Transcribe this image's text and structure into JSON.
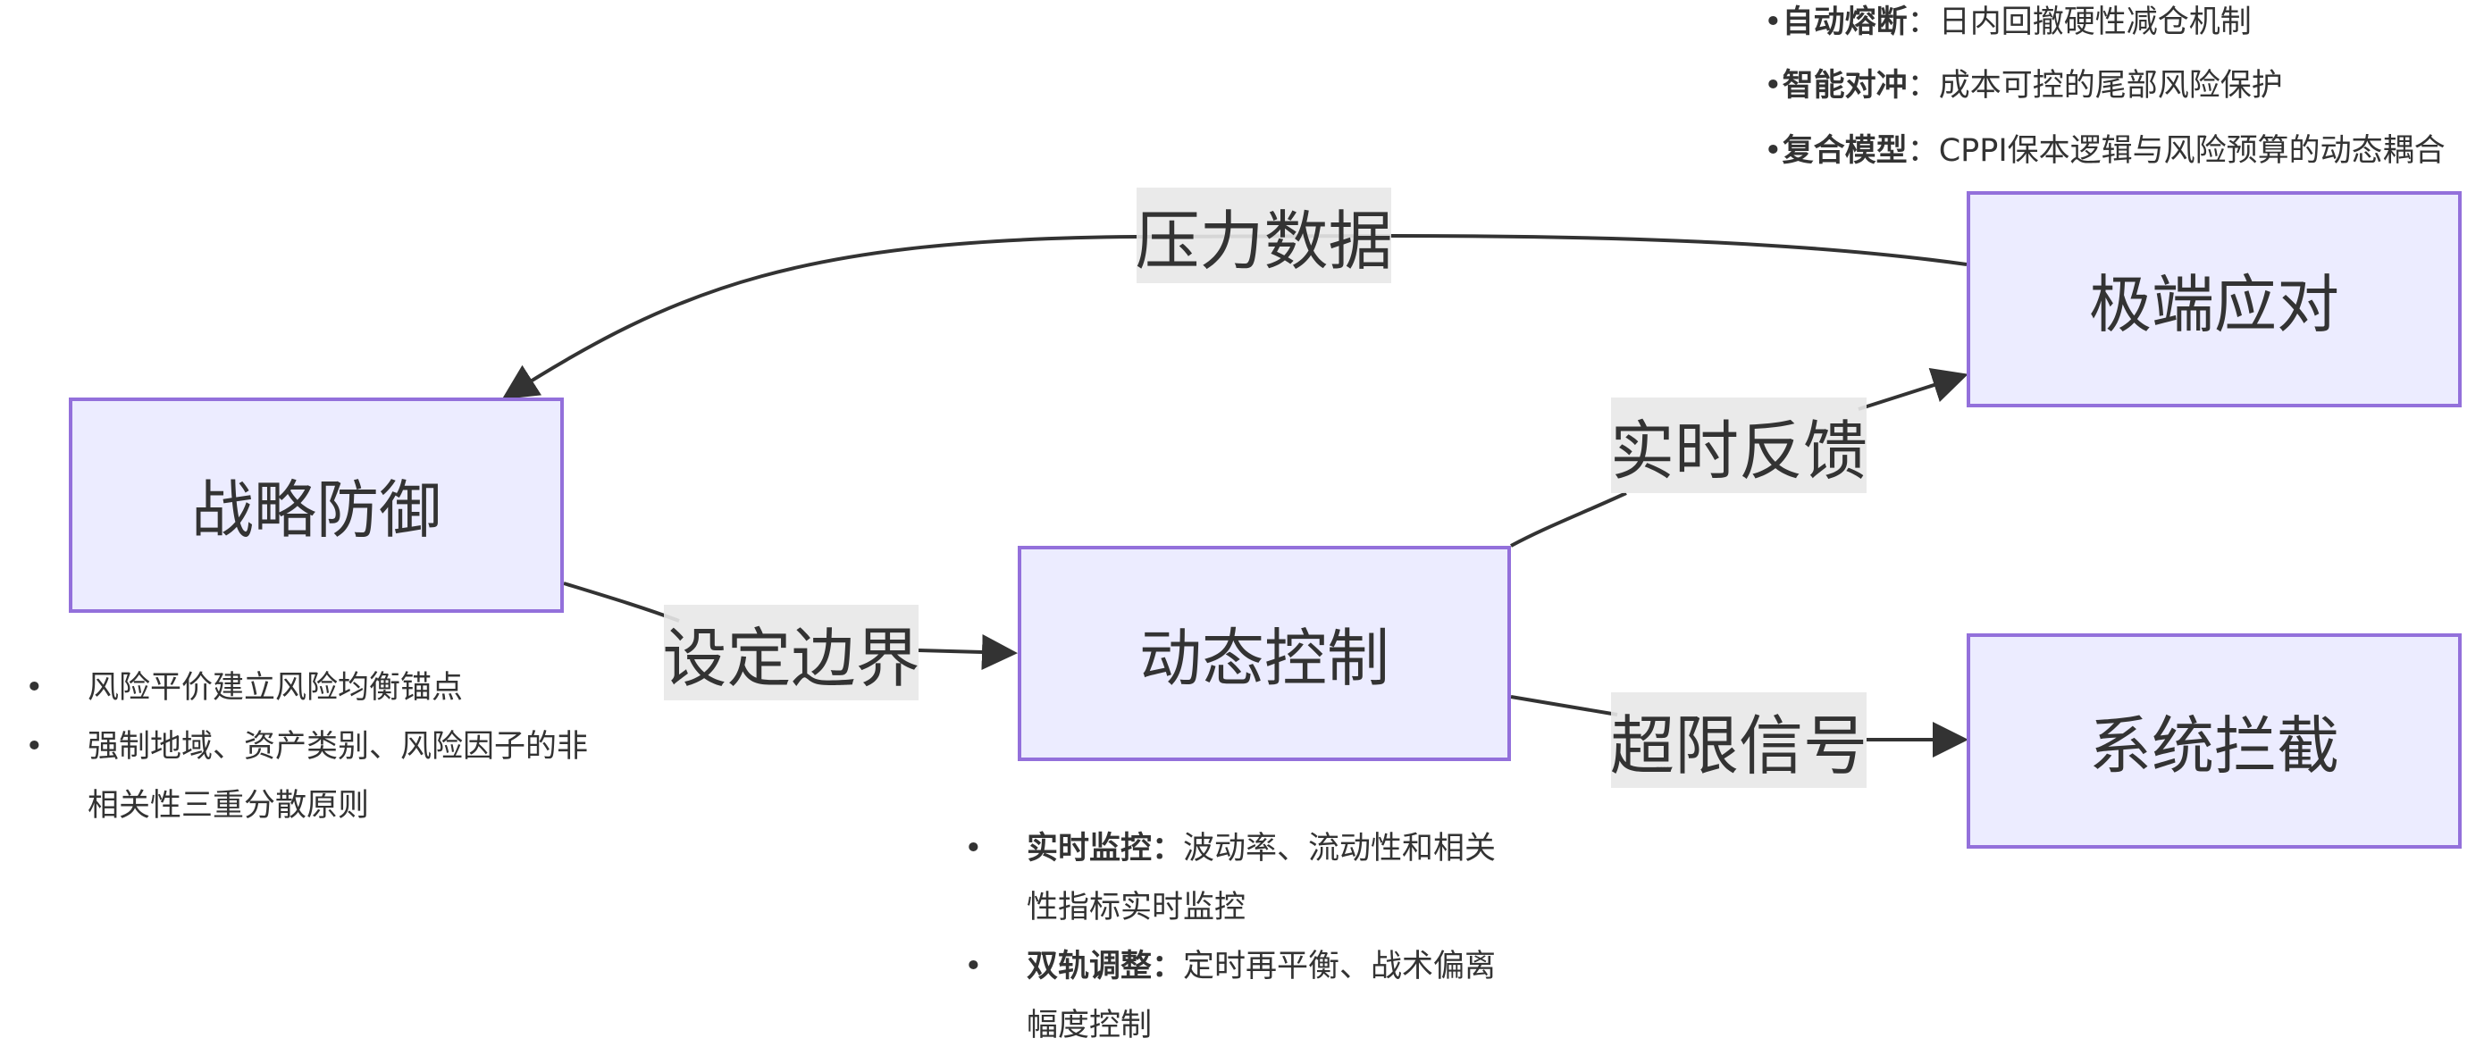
{
  "nodes": {
    "strategic_defense": "战略防御",
    "dynamic_control": "动态控制",
    "extreme_response": "极端应对",
    "system_intercept": "系统拦截"
  },
  "edges": {
    "stress_data": "压力数据",
    "set_boundary": "设定边界",
    "realtime_feedback": "实时反馈",
    "overlimit_signal": "超限信号"
  },
  "extreme_notes": [
    {
      "bullet": "•",
      "title": "自动熔断",
      "sep": "：",
      "text": "日内回撤硬性减仓机制"
    },
    {
      "bullet": "•",
      "title": "智能对冲",
      "sep": "：",
      "text": "成本可控的尾部风险保护"
    },
    {
      "bullet": "•",
      "title": "复合模型",
      "sep": "：",
      "text": "CPPI保本逻辑与风险预算的动态耦合"
    }
  ],
  "defense_notes": [
    {
      "bullet": "•",
      "text": "风险平价建立风险均衡锚点"
    },
    {
      "bullet": "•",
      "text": "强制地域、资产类别、风险因子的非相关性三重分散原则"
    }
  ],
  "control_notes": [
    {
      "bullet": "•",
      "title": "实时监控：",
      "text": "波动率、流动性和相关性指标实时监控"
    },
    {
      "bullet": "•",
      "title": "双轨调整：",
      "text": "定时再平衡、战术偏离幅度控制"
    }
  ],
  "colors": {
    "node_fill": "#ececff",
    "node_border": "#9370db",
    "edge": "#333333",
    "label_bg": "#e8e8e8"
  }
}
